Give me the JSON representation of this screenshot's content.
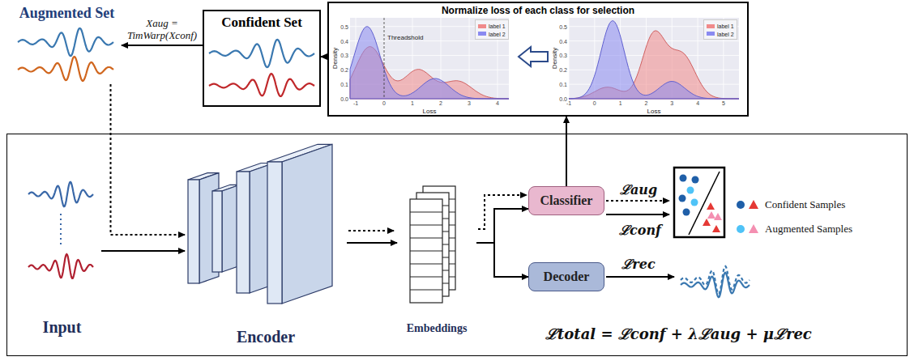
{
  "diagram": {
    "nodes": [
      {
        "text": [
          "ℒtotal = ℒconf + λℒaug + μℒrec"
        ]
      },
      {
        "text": [
          "Augmented Set"
        ]
      },
      {
        "text": [
          "Confident Set"
        ]
      },
      {
        "text": [
          "Normalize loss of each class for selection"
        ]
      },
      {
        "text": [
          "Input"
        ],
        "in": 0
      },
      {
        "text": [
          "Encoder"
        ],
        "in": 0
      },
      {
        "text": [
          "Embeddings"
        ],
        "in": 0
      },
      {
        "text": [
          "Classifier"
        ],
        "in": 0
      },
      {
        "text": [
          "Decoder"
        ],
        "in": 0
      }
    ],
    "edges": [
      {
        "from": 3,
        "to": 2,
        "arrow": "to"
      },
      {
        "from": 2,
        "to": 1,
        "label": "Xaug = TimWarp(Xconf)",
        "arrow": "to"
      },
      {
        "from": 1,
        "to": 5,
        "arrow": "to"
      },
      {
        "from": 4,
        "to": 5,
        "arrow": "to"
      },
      {
        "from": 5,
        "to": 6,
        "arrow": "to"
      },
      {
        "from": 6,
        "to": 7,
        "arrow": "to"
      },
      {
        "from": 6,
        "to": 8,
        "arrow": "to"
      },
      {
        "from": 7,
        "to": 3,
        "arrow": "to"
      }
    ],
    "labels": [
      "ℒaug",
      "ℒconf",
      "ℒrec",
      "Threadshold",
      "Density",
      "Loss",
      "Density",
      "Loss",
      "-1",
      "0",
      "1",
      "2",
      "3",
      "4",
      "0.0",
      "0.1",
      "0.2",
      "0.3",
      "0.4",
      "0.5",
      "-1",
      "0",
      "1",
      "2",
      "3",
      "4",
      "5",
      "0.0",
      "0.1",
      "0.2",
      "0.3",
      "0.4",
      "0.5"
    ],
    "legend": [
      {
        "text": "label 1",
        "color": "#f08a8a"
      },
      {
        "text": "label 2",
        "color": "#8a8af0"
      },
      {
        "text": "label 1",
        "color": "#f08a8a"
      },
      {
        "text": "label 2",
        "color": "#8a8af0"
      },
      {
        "text": "Confident Samples"
      },
      {
        "text": "Augmented Samples"
      }
    ]
  }
}
